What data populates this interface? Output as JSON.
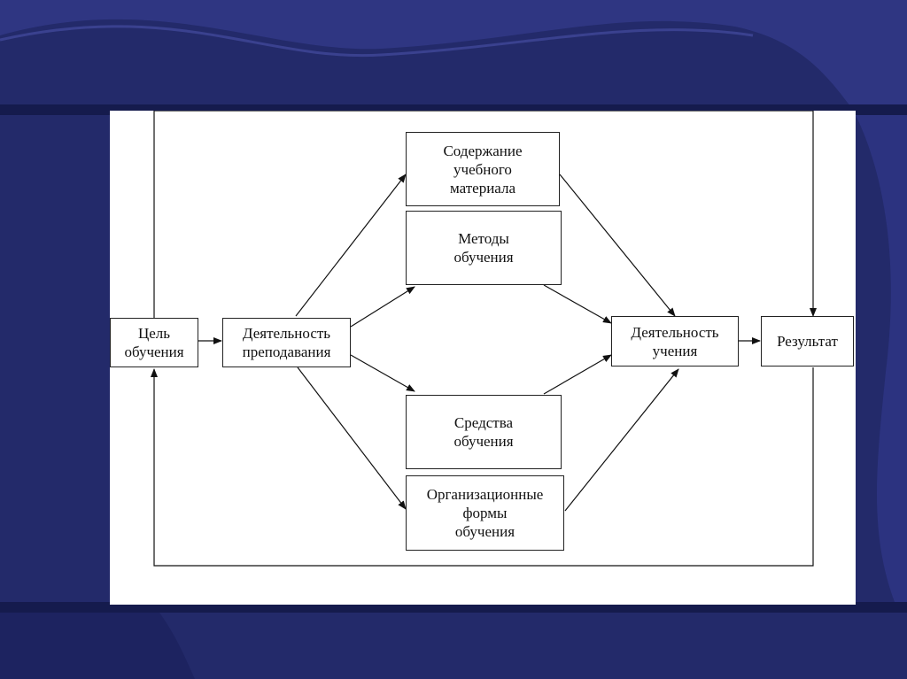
{
  "slide": {
    "background_color": "#232a6a",
    "band_color": "#141a4a",
    "wave_color": "#3a4296"
  },
  "diagram": {
    "nodes": {
      "goal": "Цель\nобучения",
      "teaching": "Деятельность\nпреподавания",
      "content": "Содержание\nучебного\nматериала",
      "methods": "Методы\nобучения",
      "means": "Средства\nобучения",
      "forms": "Организационные\nформы\nобучения",
      "learning": "Деятельность\nучения",
      "result": "Результат"
    },
    "edges": [
      {
        "from": "goal",
        "to": "teaching"
      },
      {
        "from": "teaching",
        "to": "content"
      },
      {
        "from": "teaching",
        "to": "methods"
      },
      {
        "from": "teaching",
        "to": "means"
      },
      {
        "from": "teaching",
        "to": "forms"
      },
      {
        "from": "content",
        "to": "learning"
      },
      {
        "from": "methods",
        "to": "learning"
      },
      {
        "from": "means",
        "to": "learning"
      },
      {
        "from": "forms",
        "to": "learning"
      },
      {
        "from": "learning",
        "to": "result"
      },
      {
        "from": "goal",
        "to": "result",
        "label": ""
      },
      {
        "from": "result",
        "to": "goal",
        "label": ""
      }
    ]
  }
}
